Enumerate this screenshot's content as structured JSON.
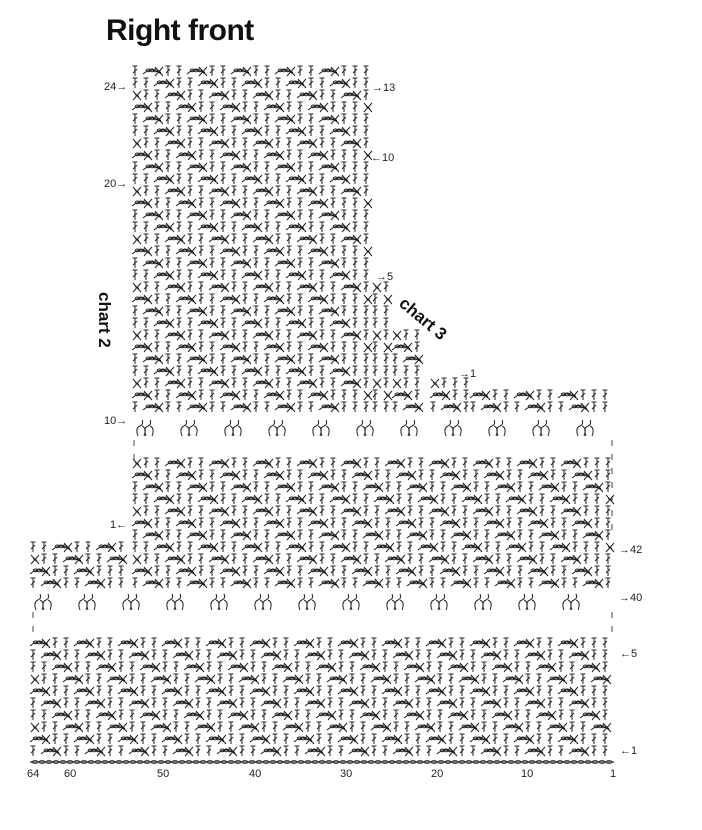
{
  "title": "Right front",
  "labels": {
    "chart2": "chart 2",
    "chart3": "chart 3"
  },
  "left_row_markers": [
    "24→",
    "20→",
    "10→"
  ],
  "right_row_markers_top": [
    "→13",
    "←10",
    "→5",
    "→1"
  ],
  "step_marker": "1←",
  "right_row_markers_bottom": [
    "→42",
    "→40",
    "←5",
    "←1"
  ],
  "stitch_axis": [
    "64",
    "60",
    "50",
    "40",
    "30",
    "20",
    "10",
    "1"
  ],
  "symbols": [
    "double-crochet",
    "chain-loop",
    "cluster",
    "crossed-stitch",
    "chain"
  ]
}
